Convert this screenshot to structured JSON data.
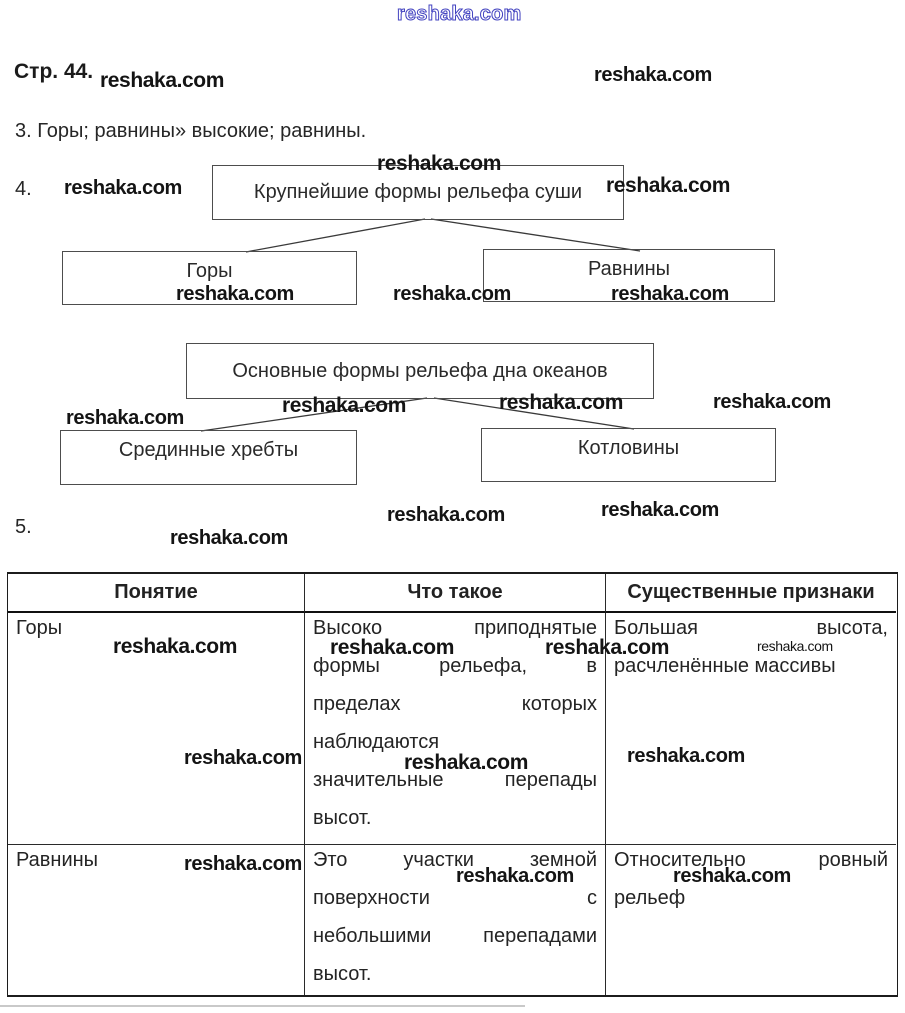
{
  "watermark": {
    "text": "reshaka.com"
  },
  "page": {
    "page_label": "Стр. 44.",
    "answer3": "3. Горы; равнины» высокие; равнины.",
    "item4_label": "4.",
    "item5_label": "5."
  },
  "diagram1": {
    "root": "Крупнейшие формы рельефа суши",
    "left_child": "Горы",
    "right_child": "Равнины"
  },
  "diagram2": {
    "root": "Основные формы рельефа дна океанов",
    "left_child": "Срединные хребты",
    "right_child": "Котловины"
  },
  "table": {
    "headers": [
      "Понятие",
      "Что такое",
      "Существенные признаки"
    ],
    "rows": [
      {
        "concept": "Горы",
        "what_lines": [
          "Высоко приподнятые",
          "формы рельефа, в",
          "пределах которых",
          "наблюдаются",
          "значительные перепады",
          "высот."
        ],
        "features_lines": [
          "Большая высота,",
          "расчленённые массивы"
        ]
      },
      {
        "concept": "Равнины",
        "what_lines": [
          "Это участки земной",
          "поверхности с",
          "небольшими перепадами",
          "высот."
        ],
        "features_lines": [
          "Относительно ровный",
          "рельеф"
        ]
      }
    ]
  }
}
